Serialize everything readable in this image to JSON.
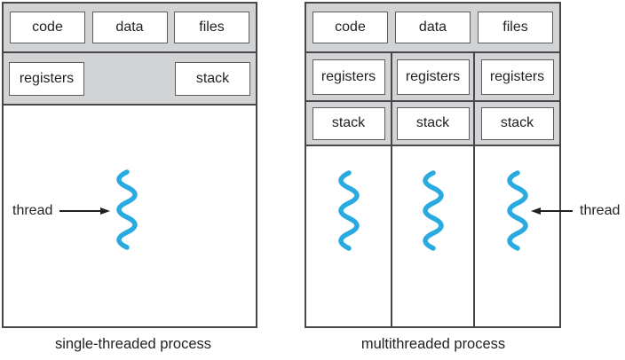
{
  "colors": {
    "panel_fill": "#d2d3d5",
    "outline": "#48484a",
    "box_border": "#5b5c5e",
    "thread_blue": "#29abe2",
    "text": "#231f20"
  },
  "left": {
    "caption": "single-threaded process",
    "top_row": [
      "code",
      "data",
      "files"
    ],
    "mid_row": [
      "registers",
      "stack"
    ],
    "pointer_label": "thread"
  },
  "right": {
    "caption": "multithreaded process",
    "top_row": [
      "code",
      "data",
      "files"
    ],
    "columns": [
      {
        "registers": "registers",
        "stack": "stack"
      },
      {
        "registers": "registers",
        "stack": "stack"
      },
      {
        "registers": "registers",
        "stack": "stack"
      }
    ],
    "pointer_label": "thread"
  }
}
